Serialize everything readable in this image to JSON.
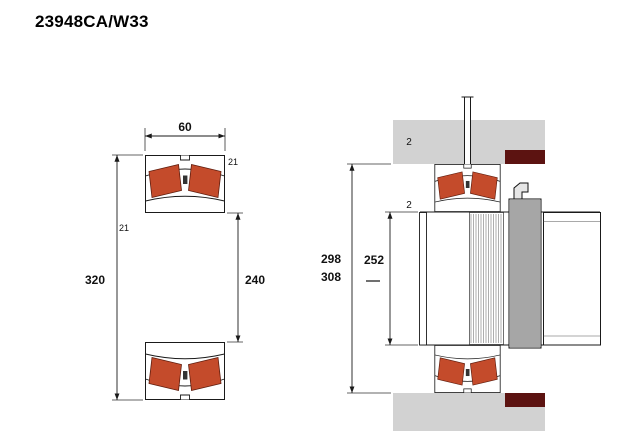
{
  "title": "23948CA/W33",
  "colors": {
    "roller": "#c44b2b",
    "seal": "#5c1311",
    "housing": "#d2d2d2"
  },
  "left_view": {
    "width": "60",
    "outside_diameter": "320",
    "bore_diameter": "240",
    "chamfer_top": "21",
    "chamfer_side": "21"
  },
  "right_view": {
    "gap_top": "2",
    "gap_mid": "2",
    "housing_dia_min": "298",
    "housing_dia_max": "308",
    "abutment_dia": "252"
  }
}
